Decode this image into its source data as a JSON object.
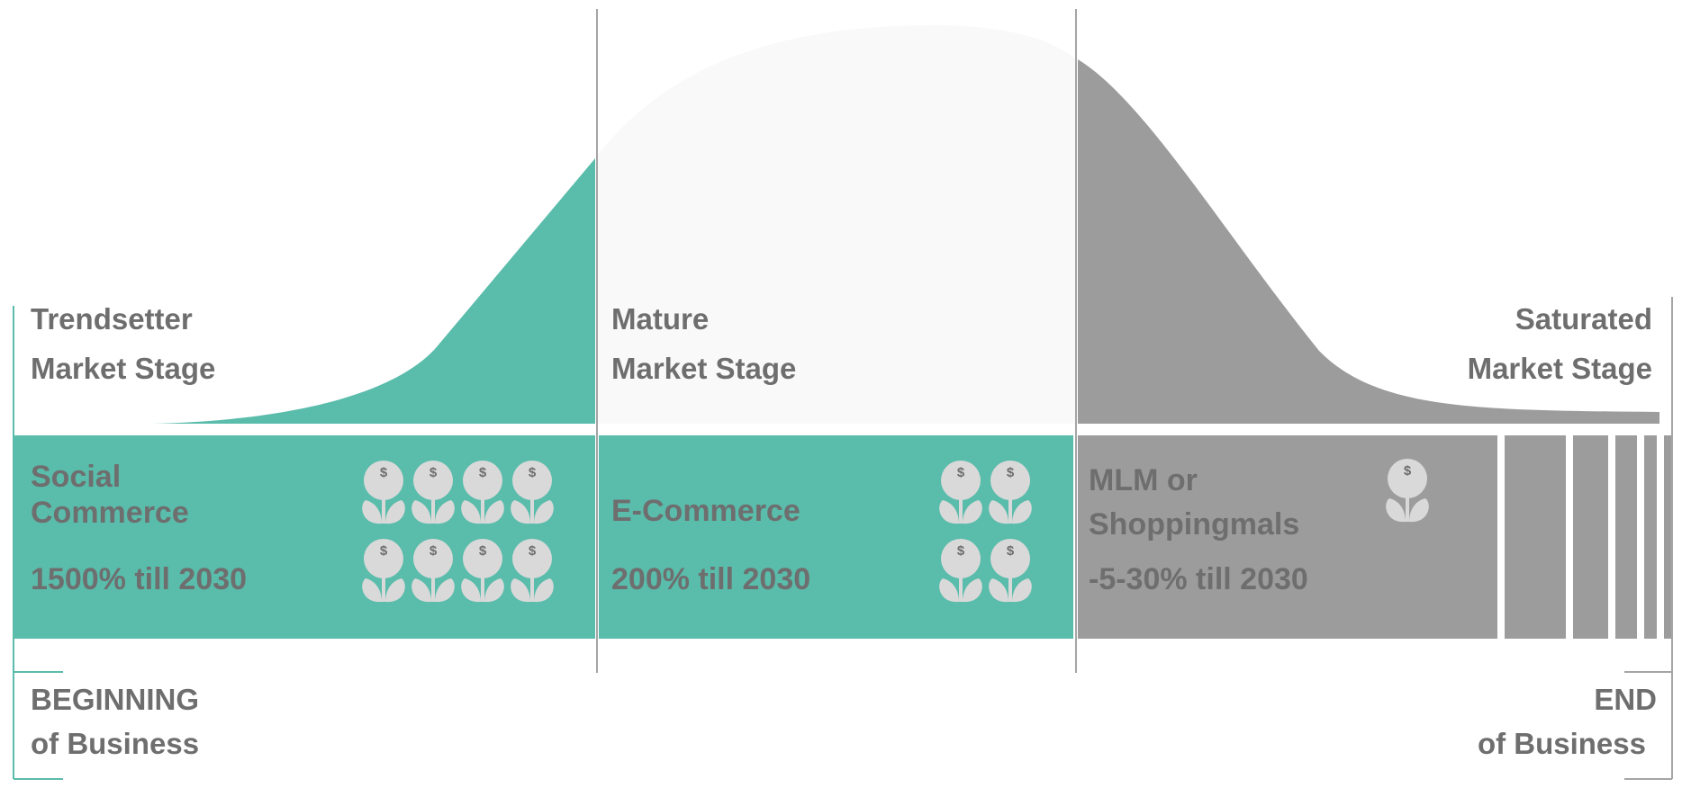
{
  "colors": {
    "teal": "#5abcab",
    "gray": "#9c9c9c",
    "light": "#f9f9f9",
    "divider": "#a5a5a5",
    "text": "#6e6e6e",
    "icon": "#d9d9d9"
  },
  "stages": [
    {
      "line1": "Trendsetter",
      "line2": "Market Stage"
    },
    {
      "line1": "Mature",
      "line2": "Market Stage"
    },
    {
      "line1": "Saturated",
      "line2": "Market Stage"
    }
  ],
  "segments": [
    {
      "name_line1": "Social",
      "name_line2": "Commerce",
      "rate": "1500% till 2030",
      "icon_count": 8
    },
    {
      "name_line1": "E-Commerce",
      "name_line2": "",
      "rate": "200% till 2030",
      "icon_count": 4
    },
    {
      "name_line1": "MLM or",
      "name_line2": "Shoppingmals",
      "rate": "-5-30% till 2030",
      "icon_count": 1
    }
  ],
  "icon": {
    "name": "money-flower-icon",
    "glyph": "$"
  },
  "footer": {
    "begin_line1": "BEGINNING",
    "begin_line2": "of Business",
    "end_line1": "END",
    "end_line2": "of Business"
  }
}
